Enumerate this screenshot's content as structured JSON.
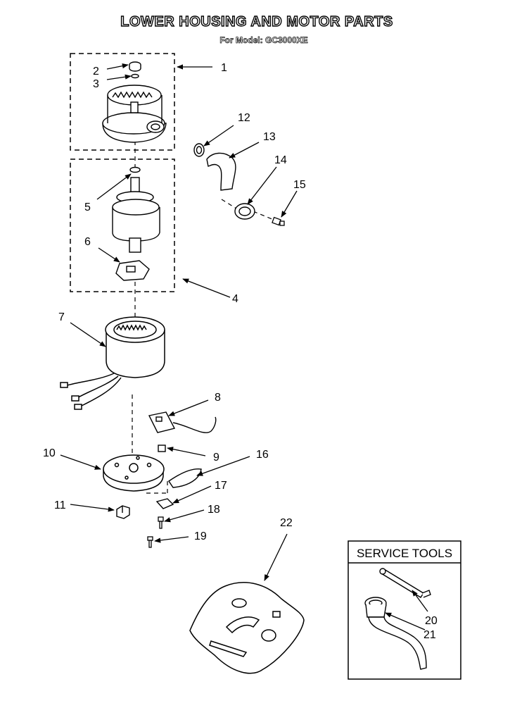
{
  "header": {
    "title": "LOWER HOUSING AND MOTOR PARTS",
    "subtitle": "For Model: GC3000XE"
  },
  "service_tools": {
    "title": "SERVICE TOOLS"
  },
  "callouts": [
    "1",
    "2",
    "3",
    "4",
    "5",
    "6",
    "7",
    "8",
    "9",
    "10",
    "11",
    "12",
    "13",
    "14",
    "15",
    "16",
    "17",
    "18",
    "19",
    "20",
    "21",
    "22"
  ]
}
